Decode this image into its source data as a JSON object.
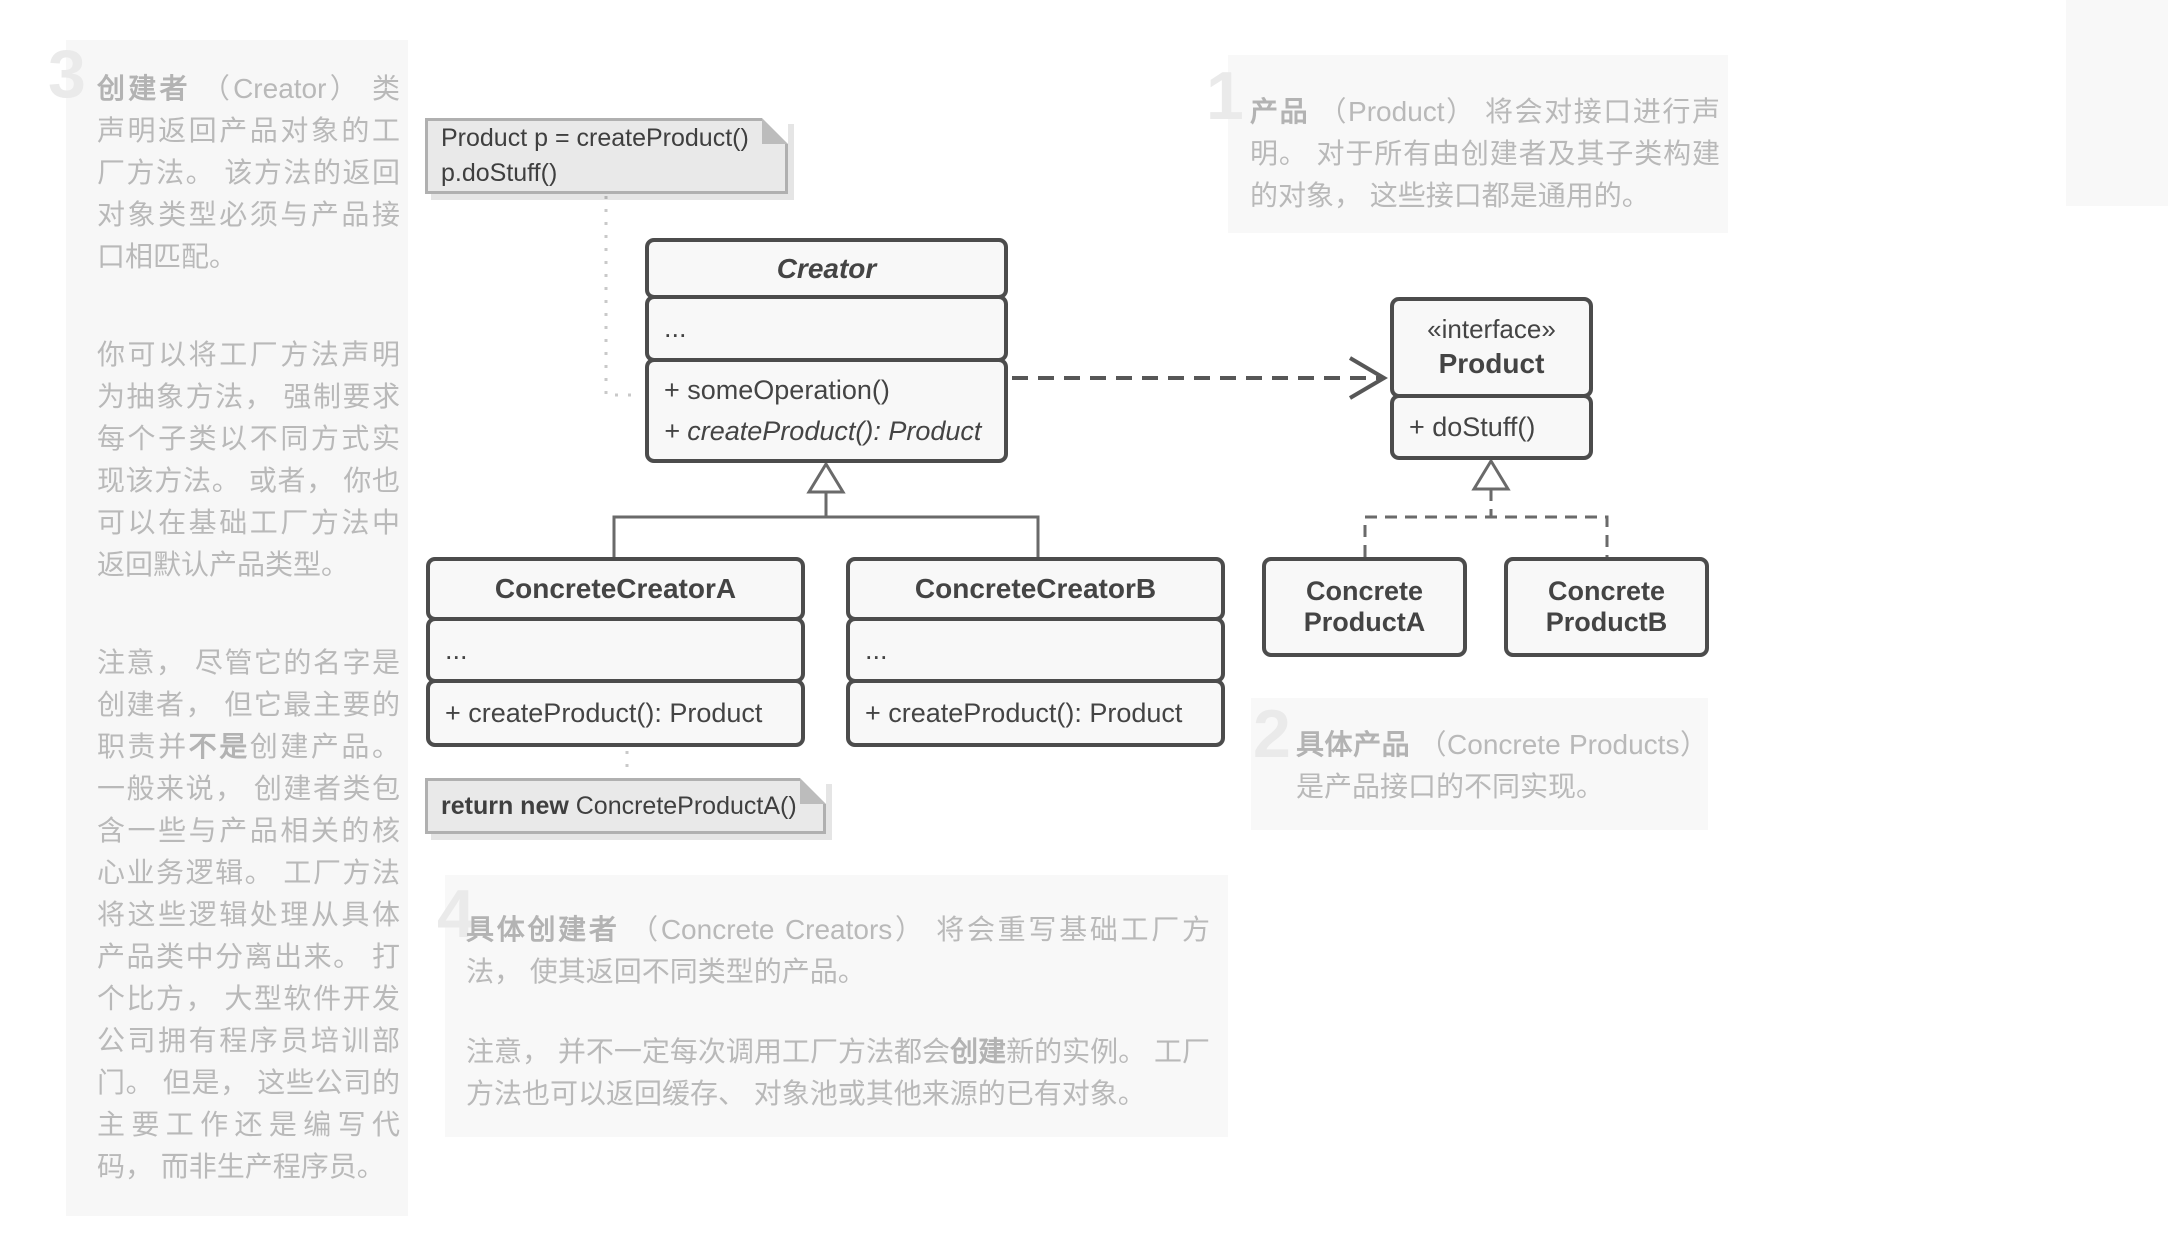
{
  "colors": {
    "page_bg": "#ffffff",
    "panel_bg": "#f7f7f7",
    "numeral": "#eaeaea",
    "annotation_text": "#b9b9b9",
    "class_border": "#4c4c4c",
    "class_fill": "#f8f8f8",
    "class_text": "#444444",
    "connector": "#6a6a6a",
    "dependency_arrow": "#575757",
    "note_fill": "#e9e9e9",
    "note_border": "#b0b0b0",
    "note_connector": "#c9c9c9"
  },
  "annotations": {
    "section1": {
      "number": "1",
      "term": "产品",
      "text": " （Product） 将会对接口进行声明。 对于所有由创建者及其子类构建的对象， 这些接口都是通用的。"
    },
    "section2": {
      "number": "2",
      "term": "具体产品",
      "text": " （Concrete Products） 是产品接口的不同实现。"
    },
    "section3": {
      "number": "3",
      "p1": {
        "bold": "创建者",
        "text": " （Creator） 类声明返回产品对象的工厂方法。 该方法的返回对象类型必须与产品接口相匹配。"
      },
      "p2": {
        "text": "你可以将工厂方法声明为抽象方法， 强制要求每个子类以不同方式实现该方法。 或者， 你也可以在基础工厂方法中返回默认产品类型。"
      },
      "p3": {
        "pre": "注意， 尽管它的名字是创建者， 但它最主要的职责并",
        "bold": "不是",
        "post": "创建产品。 一般来说， 创建者类包含一些与产品相关的核心业务逻辑。 工厂方法将这些逻辑处理从具体产品类中分离出来。 打个比方， 大型软件开发公司拥有程序员培训部门。 但是， 这些公司的主要工作还是编写代码， 而非生产程序员。"
      }
    },
    "section4": {
      "number": "4",
      "p1": {
        "bold": "具体创建者",
        "text": " （Concrete Creators） 将会重写基础工厂方法， 使其返回不同类型的产品。"
      },
      "p2": {
        "pre": "注意， 并不一定每次调用工厂方法都会",
        "bold": "创建",
        "post": "新的实例。 工厂方法也可以返回缓存、 对象池或其他来源的已有对象。"
      }
    }
  },
  "uml": {
    "creator": {
      "name": "Creator",
      "fields": "...",
      "method1": "+ someOperation()",
      "method2": "+ createProduct(): Product"
    },
    "product": {
      "stereotype": "«interface»",
      "name": "Product",
      "method1": "+ doStuff()"
    },
    "concreteCreatorA": {
      "name": "ConcreteCreatorA",
      "fields": "...",
      "method1": "+ createProduct(): Product"
    },
    "concreteCreatorB": {
      "name": "ConcreteCreatorB",
      "fields": "...",
      "method1": "+ createProduct(): Product"
    },
    "concreteProductA": {
      "line1": "Concrete",
      "line2": "ProductA"
    },
    "concreteProductB": {
      "line1": "Concrete",
      "line2": "ProductB"
    }
  },
  "notes": {
    "clientCode": {
      "line1": "Product p = createProduct()",
      "line2": "p.doStuff()"
    },
    "returnNote": {
      "bold": "return new",
      "text": " ConcreteProductA()"
    }
  }
}
